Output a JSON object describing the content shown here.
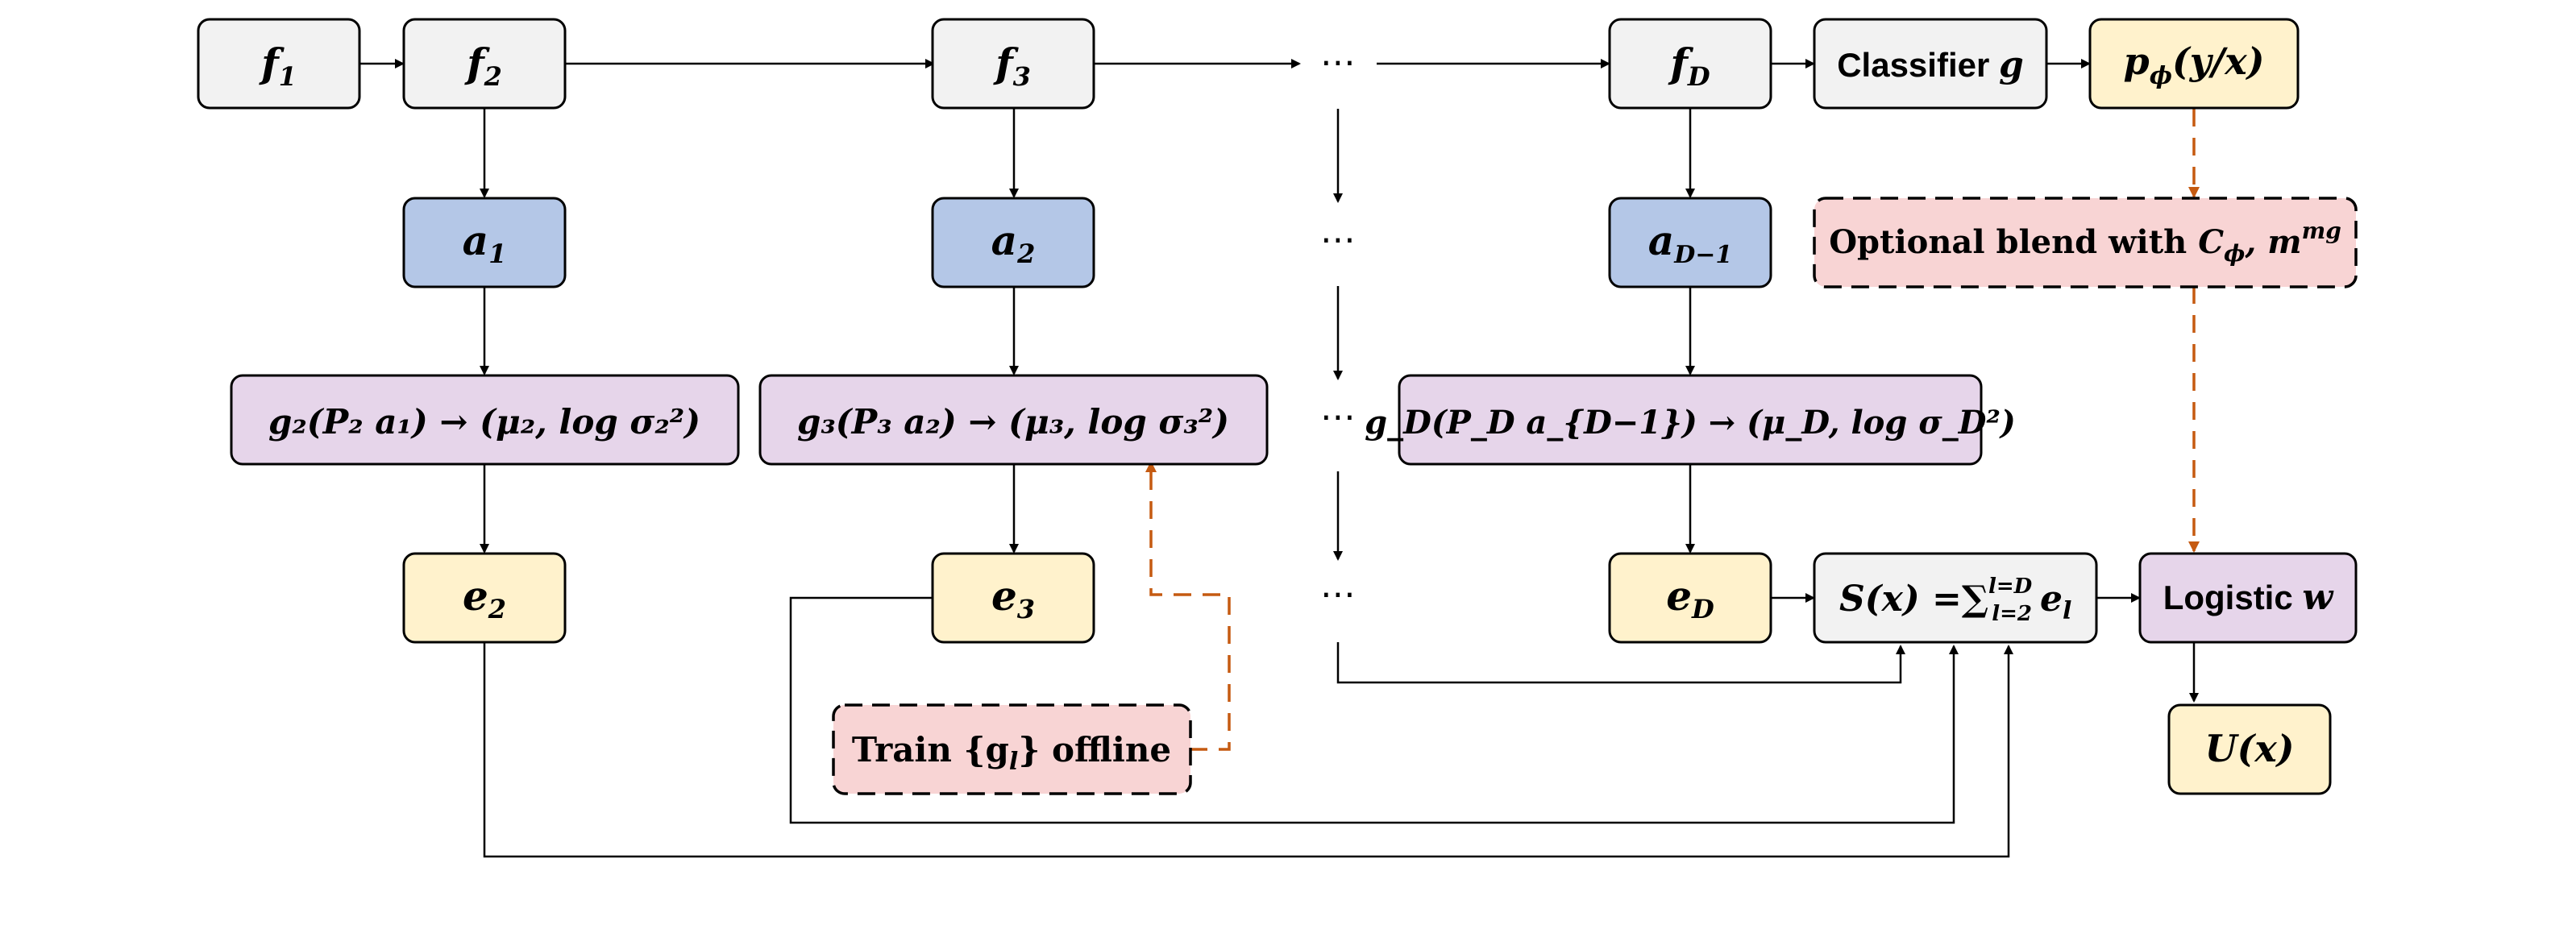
{
  "colors": {
    "gray_fill": "#f2f2f2",
    "blue_fill": "#b4c7e7",
    "purple_fill": "#e6d5ea",
    "yellow_fill": "#fff2cc",
    "pink_fill": "#f8d4d4",
    "dashed_arrow": "#c55a11",
    "stroke": "#000000"
  },
  "nodes": {
    "f1": "f",
    "f1_sub": "1",
    "f2": "f",
    "f2_sub": "2",
    "f3": "f",
    "f3_sub": "3",
    "fD": "f",
    "fD_sub": "D",
    "classifier": "Classifier",
    "classifier_var": "g",
    "p_phi": "p",
    "p_phi_sub": "ϕ",
    "p_phi_rest": "(y/x)",
    "a1": "a",
    "a1_sub": "1",
    "a2": "a",
    "a2_sub": "2",
    "aD": "a",
    "aD_sub": "D−1",
    "optional_blend": "Optional blend with",
    "optional_C": "C",
    "optional_C_sub": "ϕ",
    "optional_m": ", m",
    "optional_m_sup": "mg",
    "g2_text": "g₂(P₂ a₁) → (μ₂, log σ₂²)",
    "g3_text": "g₃(P₃ a₂) → (μ₃, log σ₃²)",
    "gD_text": "g_D(P_D a_{D−1}) → (μ_D, log σ_D²)",
    "e2": "e",
    "e2_sub": "2",
    "e3": "e",
    "e3_sub": "3",
    "eD": "e",
    "eD_sub": "D",
    "train_offline_pre": "Train",
    "train_offline_set": "{g",
    "train_offline_set_sub": "l",
    "train_offline_set_close": "}",
    "train_offline_post": "offline",
    "score": "S(x) =∑",
    "score_sup": "l=D",
    "score_sub": "l=2",
    "score_e": "e",
    "score_e_sub": "l",
    "logistic": "Logistic",
    "logistic_var": "w",
    "uncertainty": "U(x)"
  },
  "ellipsis": "⋯"
}
